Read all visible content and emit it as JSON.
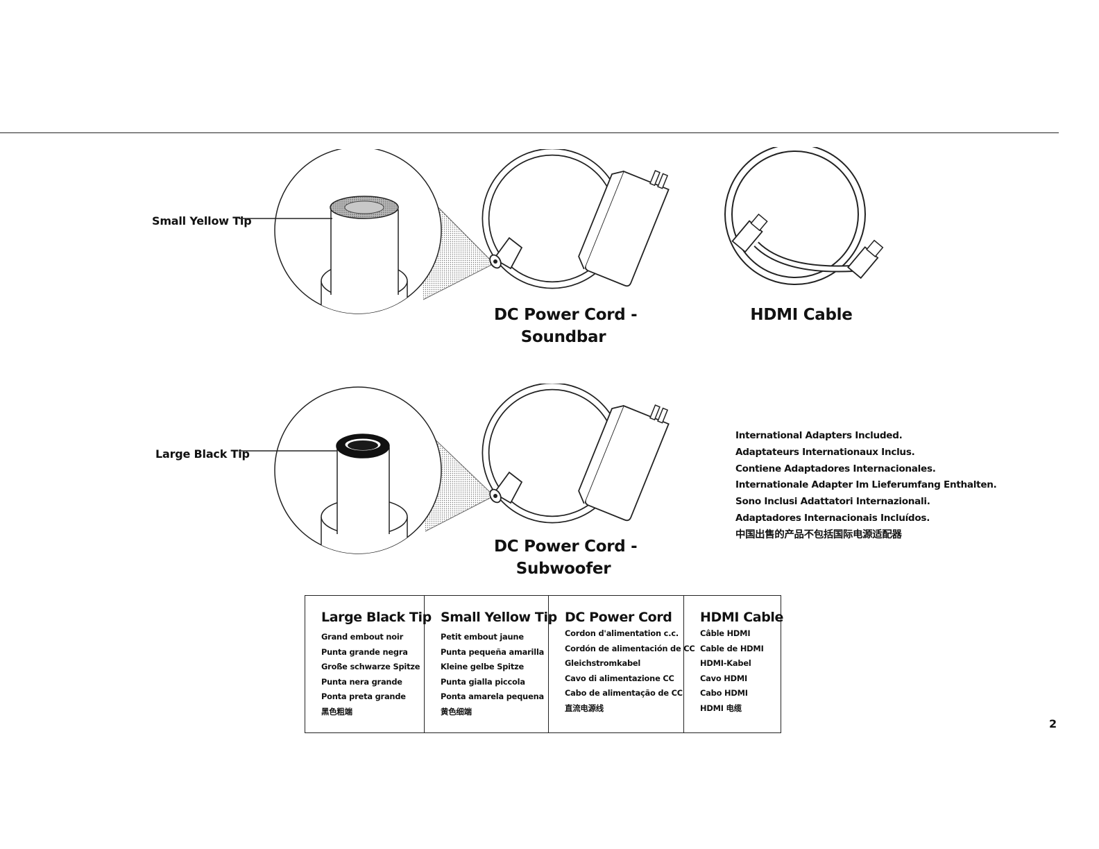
{
  "illustrations": {
    "soundbar_tip_callout": "Small Yellow Tip",
    "subwoofer_tip_callout": "Large Black Tip",
    "soundbar_cord_caption": [
      "DC Power Cord -",
      "Soundbar"
    ],
    "hdmi_caption": "HDMI Cable",
    "subwoofer_cord_caption": [
      "DC Power Cord -",
      "Subwoofer"
    ]
  },
  "international_adapters": [
    "International Adapters Included.",
    "Adaptateurs Internationaux Inclus.",
    "Contiene Adaptadores Internacionales.",
    "Internationale Adapter Im Lieferumfang Enthalten.",
    "Sono Inclusi Adattatori Internazionali.",
    "Adaptadores Internacionais Incluídos.",
    "中国出售的产品不包括国际电源适配器"
  ],
  "translation_table": [
    {
      "heading": "Large Black Tip",
      "items": [
        "Grand embout noir",
        "Punta grande negra",
        "Große schwarze Spitze",
        "Punta nera grande",
        "Ponta preta grande",
        "黑色粗端"
      ]
    },
    {
      "heading": "Small Yellow Tip",
      "items": [
        "Petit embout jaune",
        "Punta pequeña amarilla",
        "Kleine gelbe Spitze",
        "Punta gialla piccola",
        "Ponta amarela pequena",
        "黄色细端"
      ]
    },
    {
      "heading": "DC Power Cord",
      "items": [
        "Cordon d'alimentation c.c.",
        "Cordón de alimentación de CC",
        "Gleichstromkabel",
        "Cavo di alimentazione CC",
        "Cabo de alimentação de CC",
        "直流电源线"
      ]
    },
    {
      "heading": "HDMI Cable",
      "items": [
        "Câble HDMI",
        "Cable de HDMI",
        "HDMI-Kabel",
        "Cavo HDMI",
        "Cabo HDMI",
        "HDMI 电缆"
      ]
    }
  ],
  "page_number": "2"
}
